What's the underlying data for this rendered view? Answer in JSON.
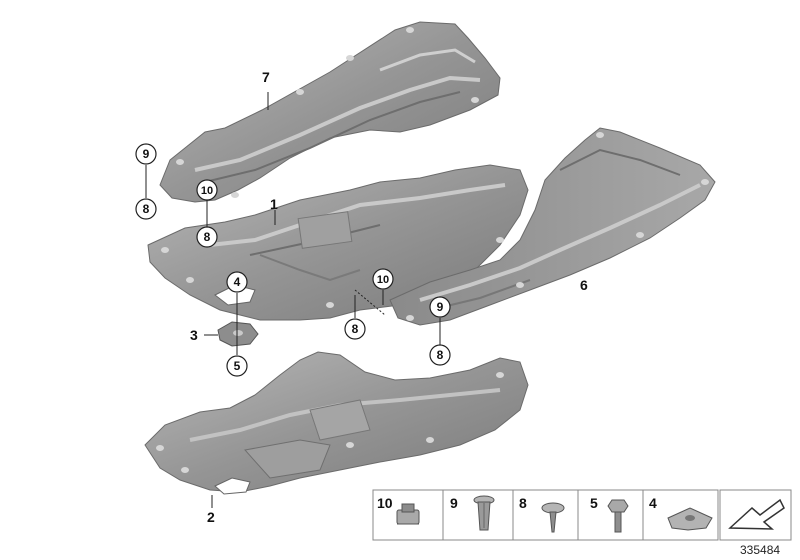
{
  "callouts": {
    "c1": "1",
    "c2": "2",
    "c3": "3",
    "c4": "4",
    "c5": "5",
    "c6": "6",
    "c7": "7",
    "c8a": "8",
    "c8b": "8",
    "c8c": "8",
    "c8d": "8",
    "c9a": "9",
    "c9b": "9",
    "c10a": "10",
    "c10b": "10"
  },
  "legend": {
    "items": [
      {
        "number": "10",
        "icon": "clip-nut-icon"
      },
      {
        "number": "9",
        "icon": "expanding-rivet-icon"
      },
      {
        "number": "8",
        "icon": "screw-icon"
      },
      {
        "number": "5",
        "icon": "hex-bolt-icon"
      },
      {
        "number": "4",
        "icon": "spring-nut-icon"
      }
    ],
    "direction_icon": "forward-arrow-icon"
  },
  "drawing_number": "335484",
  "colors": {
    "panel_fill": "#8c8c8c",
    "panel_light": "#b4b4b4",
    "panel_dark": "#5a5a5a",
    "legend_border": "#888888"
  }
}
